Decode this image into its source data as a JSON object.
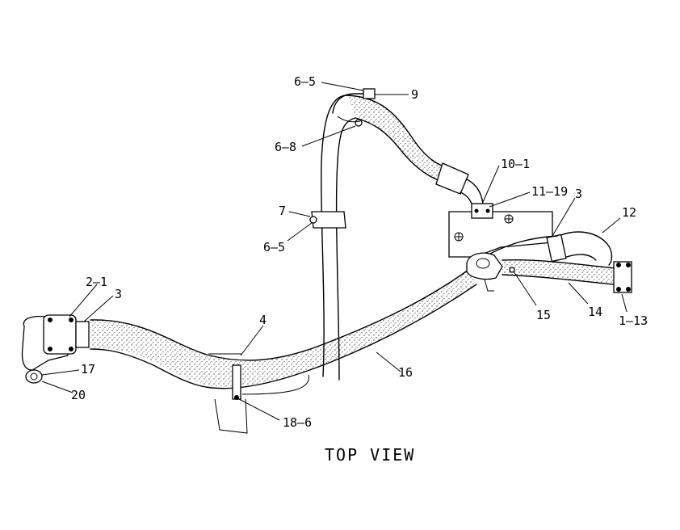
{
  "caption": "TOP VIEW",
  "callouts": {
    "c_6_5_top": "6–5",
    "c_9": "9",
    "c_6_8": "6–8",
    "c_10_1": "10–1",
    "c_11_19": "11–19",
    "c_3_right": "3",
    "c_12": "12",
    "c_7": "7",
    "c_6_5_mid": "6–5",
    "c_2_1": "2–1",
    "c_3_left": "3",
    "c_4": "4",
    "c_15": "15",
    "c_14": "14",
    "c_1_13": "1–13",
    "c_16": "16",
    "c_17": "17",
    "c_20": "20",
    "c_18_6": "18–6"
  },
  "colors": {
    "ink": "#000000",
    "paper": "#ffffff"
  }
}
